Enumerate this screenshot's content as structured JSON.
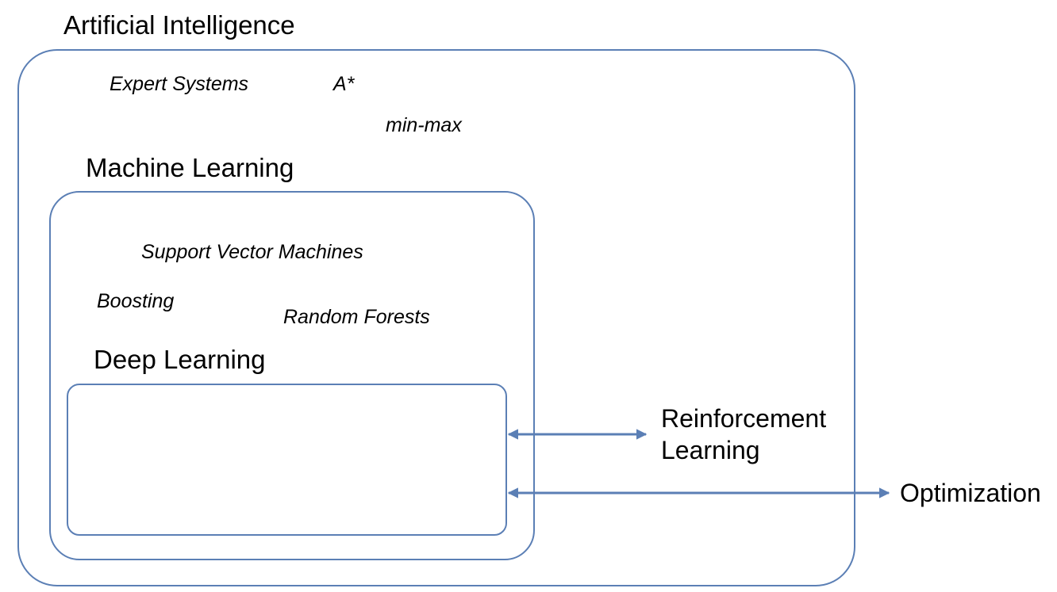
{
  "ai": {
    "title": "Artificial Intelligence",
    "items": [
      "Expert Systems",
      "A*",
      "min-max"
    ]
  },
  "ml": {
    "title": "Machine Learning",
    "items": [
      "Support Vector Machines",
      "Boosting",
      "Random Forests"
    ]
  },
  "dl": {
    "title": "Deep Learning"
  },
  "external": {
    "rl_line1": "Reinforcement",
    "rl_line2": "Learning",
    "optimization": "Optimization"
  },
  "colors": {
    "border": "#5b7fb5",
    "arrow": "#5b7fb5",
    "text": "#000000"
  }
}
